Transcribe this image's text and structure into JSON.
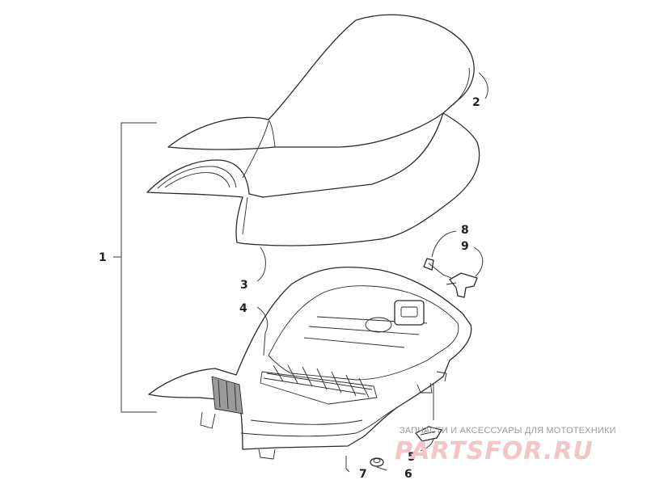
{
  "callouts": {
    "c1": "1",
    "c2": "2",
    "c3": "3",
    "c4": "4",
    "c5": "5",
    "c6": "6",
    "c7": "7",
    "c8": "8",
    "c9": "9"
  },
  "watermark": {
    "tagline": "ЗАПЧАСТИ И АКСЕССУАРЫ ДЛЯ МОТОТЕХНИКИ",
    "logo": "PARTSFOR.RU",
    "logo_color": "#f1c6c6",
    "tagline_color": "#9a9a9a"
  }
}
